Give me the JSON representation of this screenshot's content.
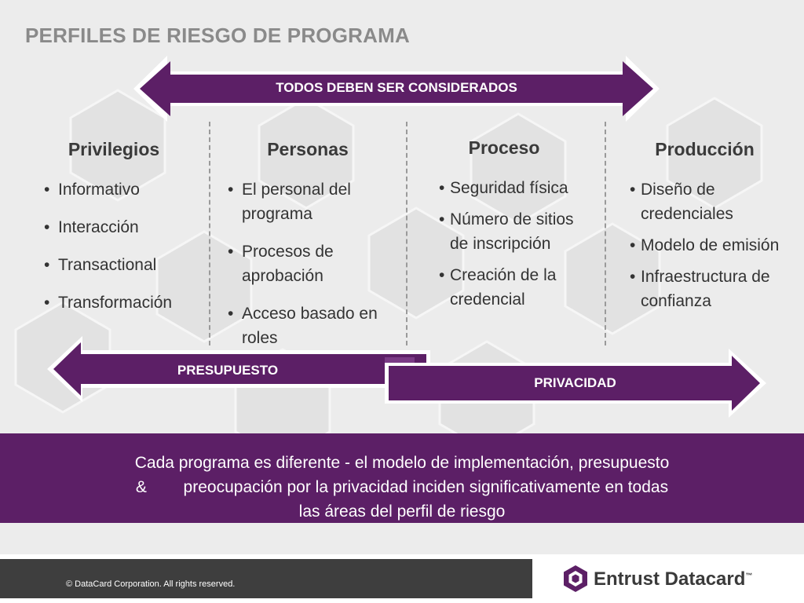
{
  "title": "PERFILES DE RIESGO DE PROGRAMA",
  "top_arrow": "TODOS DEBEN SER CONSIDERADOS",
  "columns": [
    {
      "heading": "Privilegios",
      "items": [
        "Informativo",
        "Interacción",
        "Transactional",
        "Transformación"
      ]
    },
    {
      "heading": "Personas",
      "items": [
        "El personal del programa",
        "Procesos de aprobación",
        "Acceso basado en roles"
      ]
    },
    {
      "heading": "Proceso",
      "items": [
        "Seguridad física",
        "Número de sitios de inscripción",
        "Creación de la credencial"
      ]
    },
    {
      "heading": "Producción",
      "items": [
        "Diseño de credenciales",
        "Modelo de emisión",
        "Infraestructura de confianza"
      ]
    }
  ],
  "arrows": {
    "budget": "PRESUPUESTO",
    "privacy": "PRIVACIDAD"
  },
  "banner": {
    "line1": "Cada programa es diferente - el modelo de implementación, presupuesto",
    "line2": "&        preocupación por la privacidad inciden significativamente en todas",
    "line3": "las áreas del perfil de riesgo"
  },
  "footer": {
    "copyright": "© DataCard Corporation. All rights reserved.",
    "brand": "Entrust Datacard",
    "brand_tm": "™"
  },
  "colors": {
    "purple": "#5c1f66",
    "title_gray": "#8a8a8a",
    "text": "#333333"
  }
}
